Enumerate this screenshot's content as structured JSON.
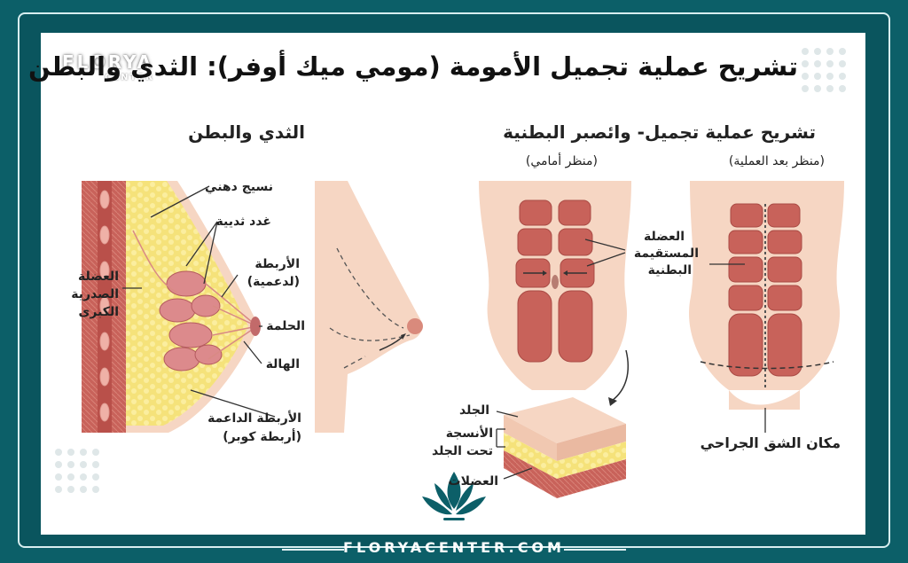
{
  "brand": {
    "logo_text": "FLORYA",
    "logo_sub": "CENTER",
    "footer_text": "FLORYACENTER.COM",
    "colors": {
      "frame": "#0c5f68",
      "muscle": "#c8625a",
      "skin": "#f6d6c3",
      "fat": "#f5e27a"
    }
  },
  "title": "تشريح عملية تجميل الأمومة (مومي ميك أوفر): الثدي والبطن",
  "breast_section": {
    "heading": "الثدي والبطن",
    "labels": {
      "fatty_tissue": "نسيج دهني",
      "mammary_glands": "غدد ثديية",
      "ligaments": "الأربطة",
      "ligaments_note": "(لدعمية)",
      "pectoral_muscle_1": "العضلة",
      "pectoral_muscle_2": "الصدرية",
      "pectoral_muscle_3": "الكبرى",
      "nipple": "الحلمة",
      "areola": "الهالة",
      "support_ligaments": "الأربطة الداعمة",
      "cooper_ligaments": "(أربطة كوبر)"
    }
  },
  "abdomen_section": {
    "heading": "تشريح عملية تجميل- وائصبر البطنية",
    "front_view": "(منظر أمامي)",
    "after_view": "(منظر بعد العملية)",
    "muscle_label_1": "العضلة",
    "muscle_label_2": "المستقيمة",
    "muscle_label_3": "البطنية",
    "incision_label": "مكان الشق الجراحي",
    "layers": {
      "skin": "الجلد",
      "subcutaneous_1": "الأنسجة",
      "subcutaneous_2": "تحت الجلد",
      "muscles": "العضلات"
    }
  }
}
